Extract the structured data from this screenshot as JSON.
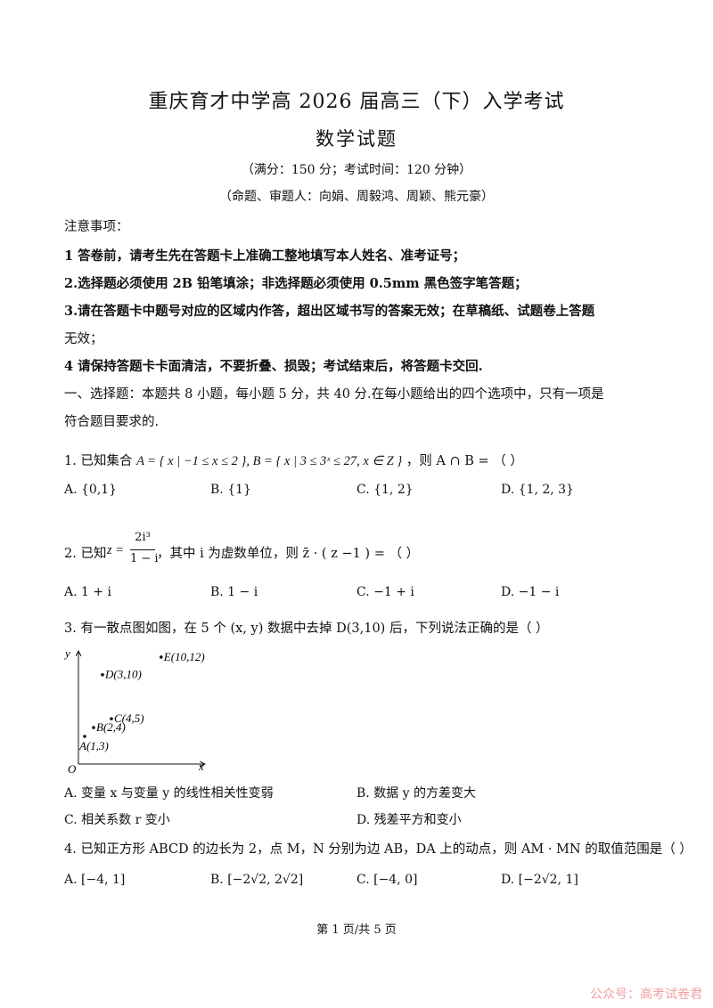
{
  "header": {
    "title": "重庆育才中学高 2026 届高三（下）入学考试",
    "subtitle": "数学试题",
    "score_info": "（满分：150 分；考试时间：120 分钟）",
    "authors": "（命题、审题人：向娟、周毅鸿、周颖、熊元豪）"
  },
  "notes": {
    "heading": "注意事项：",
    "n1": "1 答卷前，请考生先在答题卡上准确工整地填写本人姓名、准考证号；",
    "n2": "2.选择题必须使用 2B 铅笔填涂；非选择题必须使用 0.5mm 黑色签字笔答题；",
    "n3a": "3.请在答题卡中题号对应的区域内作答，超出区域书写的答案无效；在草稿纸、试题卷上答题",
    "n3b": "无效；",
    "n4": "4 请保持答题卡卡面清洁，不要折叠、损毁；考试结束后，将答题卡交回."
  },
  "section1": {
    "line1": "一、选择题：本题共 8 小题，每小题 5 分，共 40 分.在每小题给出的四个选项中，只有一项是",
    "line2": "符合题目要求的."
  },
  "q1": {
    "prefix": "1. 已知集合",
    "setA": "A = { x | −1 ≤ x ≤ 2 }",
    "setB": "B = { x | 3 ≤ 3ˣ ≤ 27, x ∈ Z }",
    "suffix": "，则 A ∩ B =  （     ）",
    "options": [
      "A.  {0,1}",
      "B.  {1}",
      "C.  {1, 2}",
      "D.  {1, 2, 3}"
    ]
  },
  "q2": {
    "prefix": "2. 已知",
    "z": "z =",
    "num": "2i³",
    "den": "1 − i",
    "suffix": "，其中 i 为虚数单位，则 z̄ · ( z −1 ) = （     ）",
    "options": [
      "A.  1 + i",
      "B.  1 − i",
      "C.  −1 + i",
      "D.  −1 − i"
    ]
  },
  "q3": {
    "text": "3. 有一散点图如图，在 5 个 (x, y) 数据中去掉 D(3,10) 后，下列说法正确的是（        ）",
    "chart": {
      "axis_x": "x",
      "axis_y": "y",
      "origin": "O",
      "points": [
        {
          "label": "A(1,3)",
          "x": 1,
          "y": 3
        },
        {
          "label": "B(2,4)",
          "x": 2,
          "y": 4
        },
        {
          "label": "C(4,5)",
          "x": 4,
          "y": 5
        },
        {
          "label": "D(3,10)",
          "x": 3,
          "y": 10
        },
        {
          "label": "E(10,12)",
          "x": 10,
          "y": 12
        }
      ]
    },
    "options": [
      "A. 变量 x 与变量 y 的线性相关性变弱",
      "B. 数据 y 的方差变大",
      "C. 相关系数 r 变小",
      "D. 残差平方和变小"
    ]
  },
  "q4": {
    "text": "4. 已知正方形 ABCD 的边长为 2，点 M，N 分别为边 AB，DA 上的动点，则 AM · MN 的取值范围是（     ）",
    "options": [
      "A.  [−4, 1]",
      "B.  [−2√2, 2√2]",
      "C.  [−4, 0]",
      "D.  [−2√2, 1]"
    ]
  },
  "footer": {
    "page": "第 1 页/共 5 页"
  },
  "watermark": {
    "text": "公众号：高考试卷君"
  }
}
